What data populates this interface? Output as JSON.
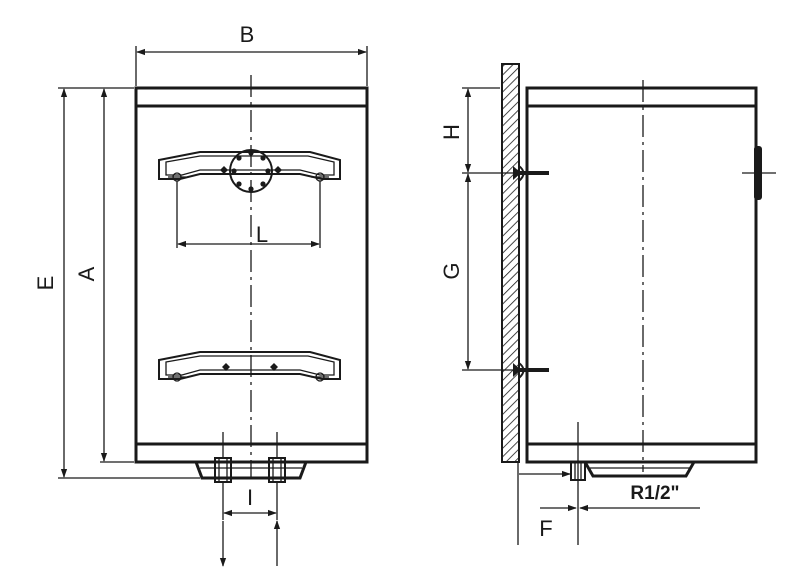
{
  "labels": {
    "A": "A",
    "B": "B",
    "E": "E",
    "L": "L",
    "I": "I",
    "H": "H",
    "G": "G",
    "F": "F",
    "thread": "R1/2\""
  }
}
